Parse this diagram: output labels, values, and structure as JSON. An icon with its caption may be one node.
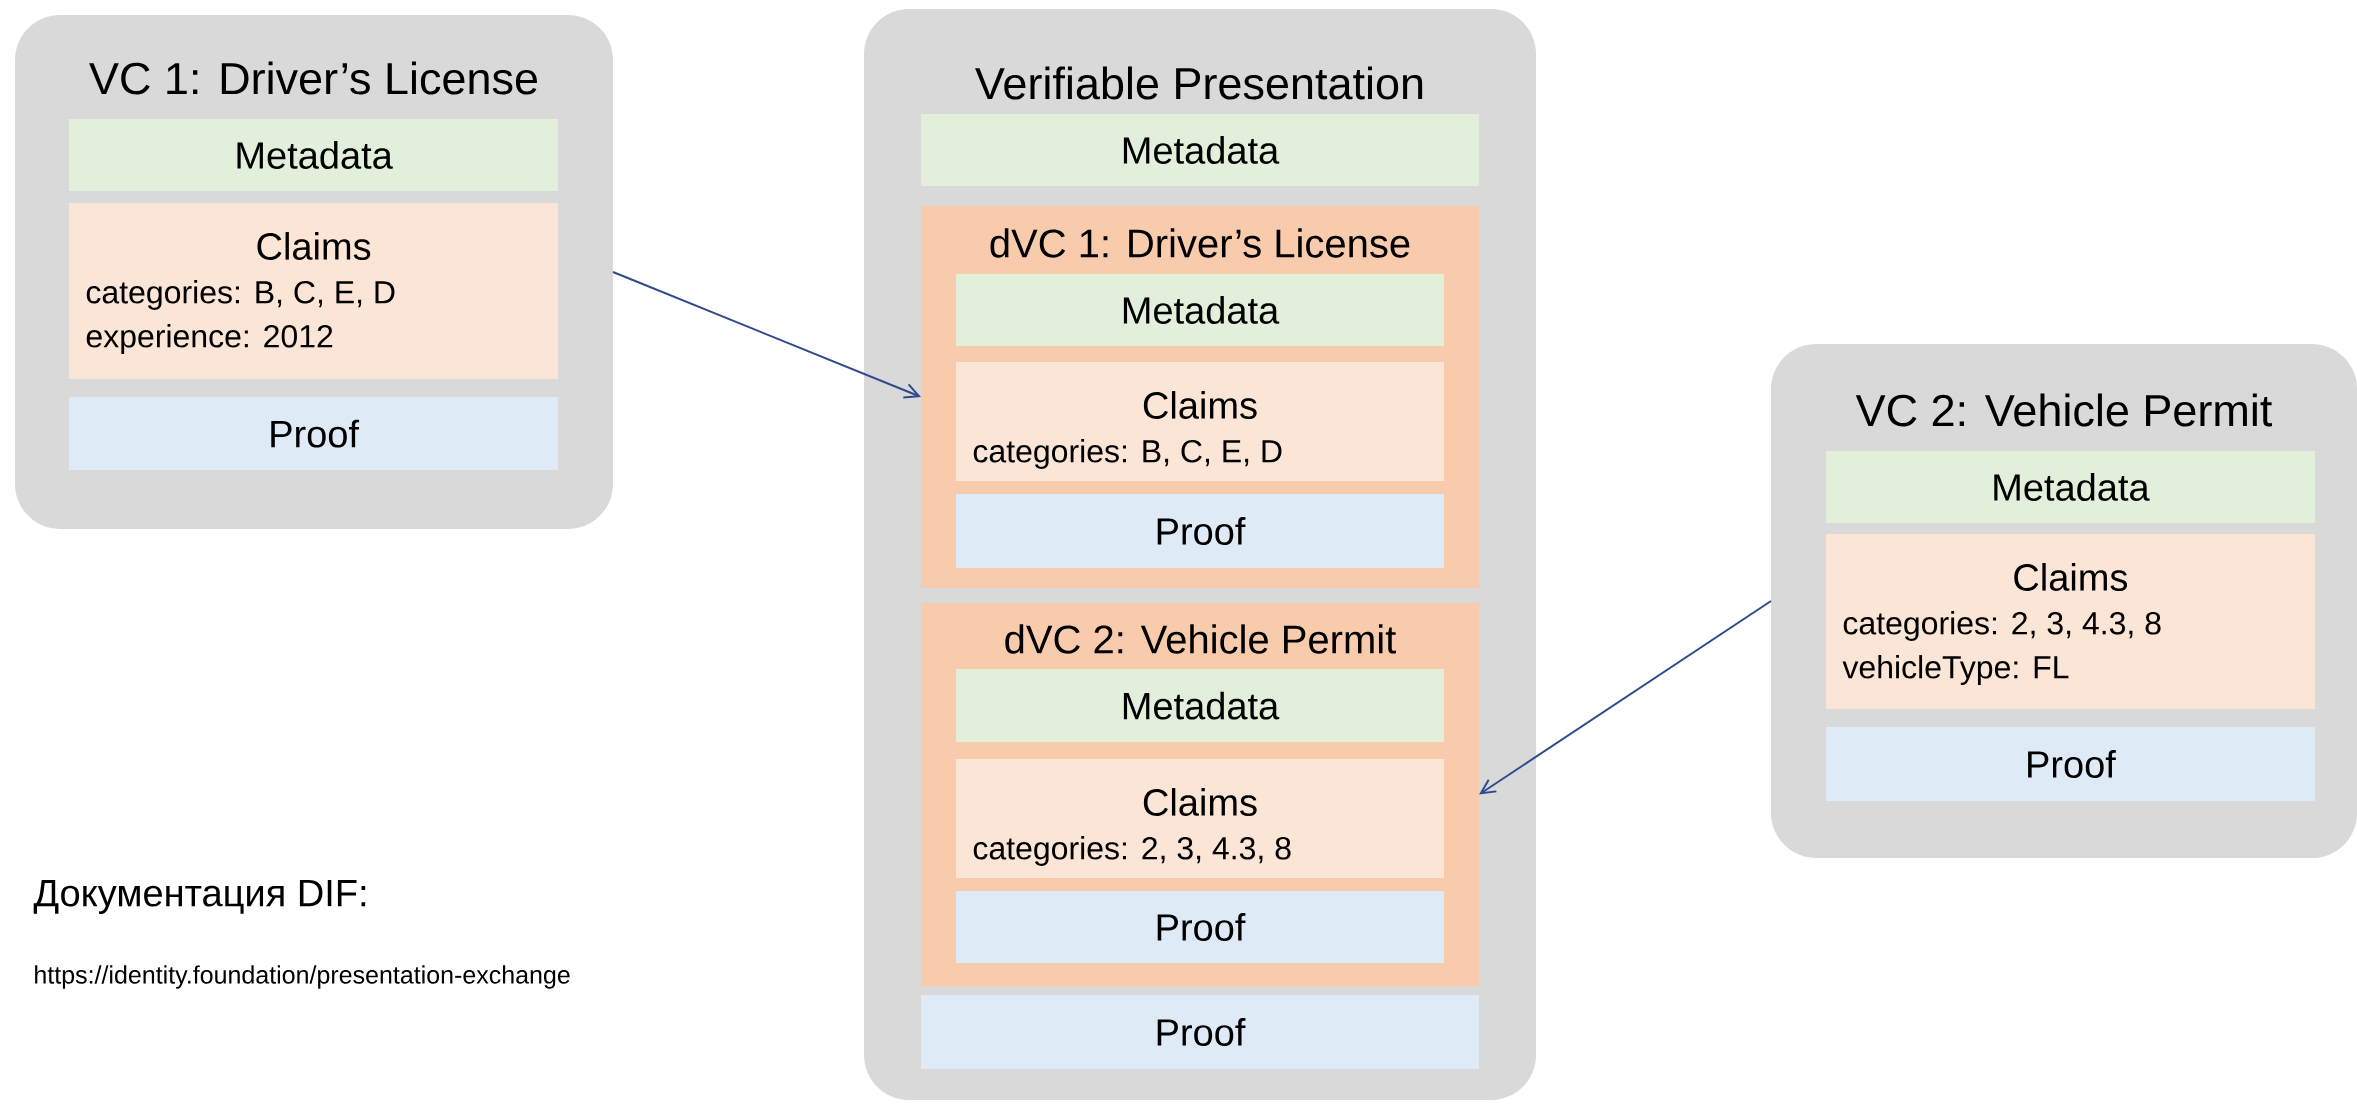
{
  "diagram": {
    "nodes": [
      {
        "text": [
          "VC 1: Driver’s License"
        ]
      },
      {
        "text": [
          "Metadata"
        ],
        "in": 0
      },
      {
        "text": [
          "Claims",
          "categories: B, C, E, D",
          "experience: 2012"
        ],
        "in": 0
      },
      {
        "text": [
          "Proof"
        ],
        "in": 0
      },
      {
        "text": [
          "Verifiable Presentation"
        ]
      },
      {
        "text": [
          "Metadata"
        ],
        "in": 4
      },
      {
        "text": [
          "dVC 1: Driver’s License"
        ],
        "in": 4
      },
      {
        "text": [
          "Metadata"
        ],
        "in": 6
      },
      {
        "text": [
          "Claims",
          "categories: B, C, E, D"
        ],
        "in": 6
      },
      {
        "text": [
          "Proof"
        ],
        "in": 6
      },
      {
        "text": [
          "dVC 2: Vehicle Permit"
        ],
        "in": 4
      },
      {
        "text": [
          "Metadata"
        ],
        "in": 10
      },
      {
        "text": [
          "Claims",
          "categories: 2, 3, 4.3, 8"
        ],
        "in": 10
      },
      {
        "text": [
          "Proof"
        ],
        "in": 10
      },
      {
        "text": [
          "Proof"
        ],
        "in": 4
      },
      {
        "text": [
          "VC 2: Vehicle Permit"
        ]
      },
      {
        "text": [
          "Metadata"
        ],
        "in": 15
      },
      {
        "text": [
          "Claims",
          "categories: 2, 3, 4.3, 8",
          "vehicleType: FL"
        ],
        "in": 15
      },
      {
        "text": [
          "Proof"
        ],
        "in": 15
      }
    ],
    "edges": [
      {
        "from": 0,
        "to": 6,
        "arrow": "to"
      },
      {
        "from": 15,
        "to": 10,
        "arrow": "to"
      }
    ],
    "labels": [
      "Документация DIF:",
      "https://identity.foundation/presentation-exchange"
    ]
  }
}
